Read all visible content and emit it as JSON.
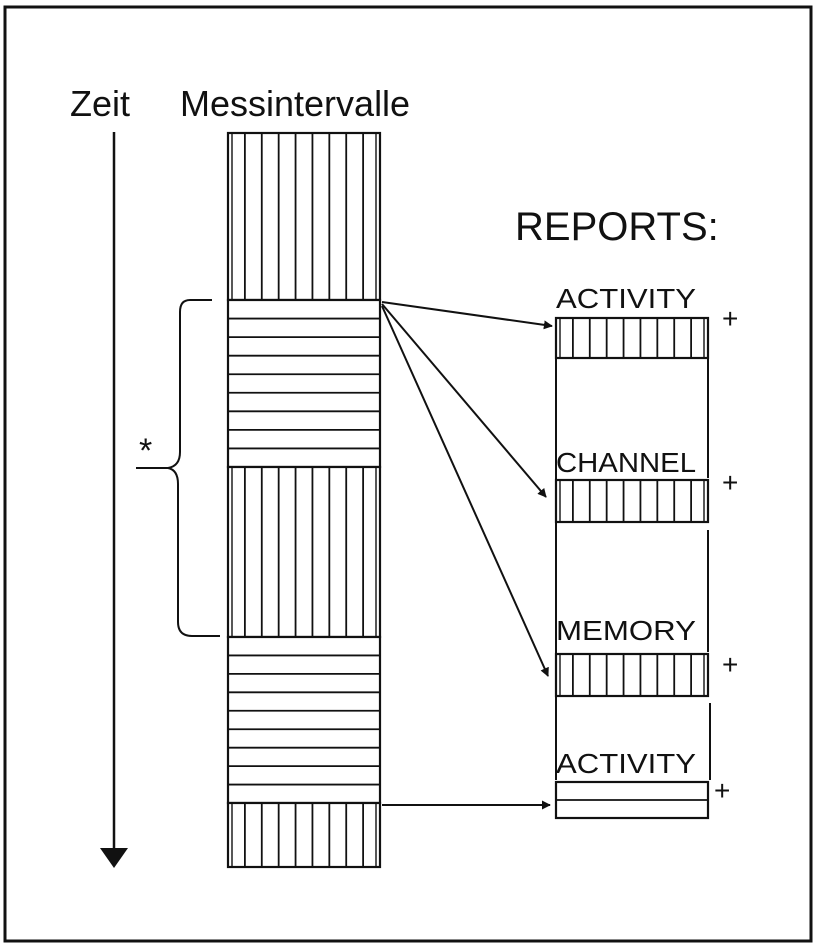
{
  "labels": {
    "time_axis": "Zeit",
    "intervals": "Messintervalle",
    "reports_heading": "REPORTS:",
    "brace_marker": "*"
  },
  "reports": [
    {
      "name": "ACTIVITY",
      "marker": "+",
      "pattern": "vertical"
    },
    {
      "name": "CHANNEL",
      "marker": "+",
      "pattern": "vertical"
    },
    {
      "name": "MEMORY",
      "marker": "+",
      "pattern": "vertical"
    },
    {
      "name": "ACTIVITY",
      "marker": "+",
      "pattern": "horizontal"
    }
  ],
  "intervals": [
    {
      "pattern": "vertical"
    },
    {
      "pattern": "horizontal"
    },
    {
      "pattern": "vertical"
    },
    {
      "pattern": "horizontal"
    },
    {
      "pattern": "vertical"
    }
  ],
  "colors": {
    "ink": "#111111",
    "background": "#ffffff"
  }
}
